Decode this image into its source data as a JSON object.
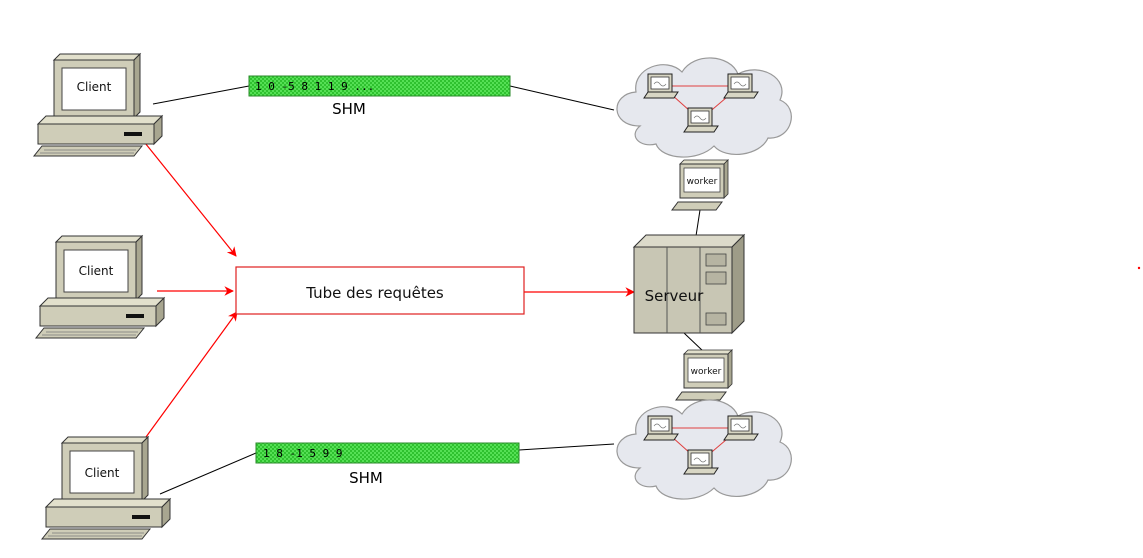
{
  "clients": [
    {
      "label": "Client"
    },
    {
      "label": "Client"
    },
    {
      "label": "Client"
    }
  ],
  "shm": [
    {
      "label": "SHM",
      "contents": "1 0 -5 8 1 1 9 ..."
    },
    {
      "label": "SHM",
      "contents": "1 8 -1 5 9 9"
    }
  ],
  "tube": {
    "label": "Tube des requêtes"
  },
  "server": {
    "label": "Serveur"
  },
  "workers": [
    {
      "label": "worker"
    },
    {
      "label": "worker"
    }
  ],
  "colors": {
    "request_arrow": "#ff0000",
    "shm_fill": "#44dd44",
    "cloud_fill": "#e6e8ee",
    "machine_beige": "#cfcdb8",
    "server_gray": "#c4c2b0"
  }
}
